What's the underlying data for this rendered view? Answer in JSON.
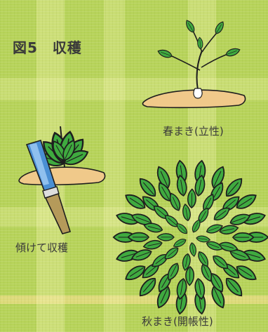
{
  "labels": {
    "title": "図5　収穫",
    "spring_sowing": "春まき(立性)",
    "tilted_harvest": "傾けて収穫",
    "autumn_sowing": "秋まき(開帳性)"
  },
  "colors": {
    "background": "#b7d35a",
    "leaf_fill": "#3faa3f",
    "leaf_outline": "#1e1e1e",
    "soil": "#f0c98a",
    "knife_blade": "#4a8fd4",
    "knife_handle": "#b59a5a",
    "text": "#3a3a3a"
  },
  "icons": [
    "spring-spinach-seedling-icon",
    "spinach-plant-icon",
    "harvest-knife-icon",
    "autumn-spinach-rosette-icon"
  ]
}
